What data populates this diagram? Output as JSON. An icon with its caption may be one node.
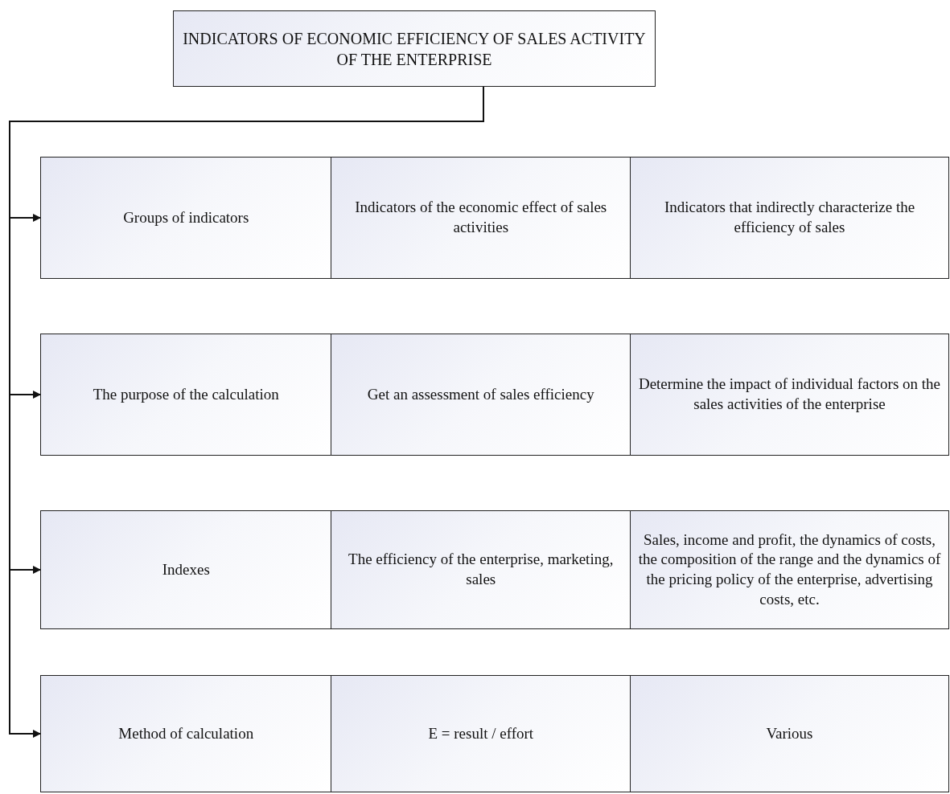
{
  "diagram": {
    "nodes": [
      {
        "text": [
          "INDICATORS OF ECONOMIC EFFICIENCY OF SALES ACTIVITY OF THE ENTERPRISE"
        ]
      },
      {
        "text": [
          "Groups of indicators"
        ]
      },
      {
        "text": [
          "Indicators of the economic effect of sales activities"
        ]
      },
      {
        "text": [
          "Indicators that indirectly characterize the efficiency of sales"
        ]
      },
      {
        "text": [
          "The purpose of the calculation"
        ]
      },
      {
        "text": [
          "Get an assessment of sales efficiency"
        ]
      },
      {
        "text": [
          "Determine the impact of individual factors on the sales activities of the enterprise"
        ]
      },
      {
        "text": [
          "Indexes"
        ]
      },
      {
        "text": [
          "The efficiency of the enterprise, marketing, sales"
        ]
      },
      {
        "text": [
          "Sales, income and profit, the dynamics of costs, the composition of the range and the dynamics of the pricing policy of the enterprise, advertising costs, etc."
        ]
      },
      {
        "text": [
          "Method of calculation"
        ]
      },
      {
        "text": [
          "E = result / effort"
        ]
      },
      {
        "text": [
          "Various"
        ]
      }
    ],
    "edges": [
      {
        "from": 0,
        "to": 1,
        "arrow": "to"
      },
      {
        "from": 0,
        "to": 4,
        "arrow": "to"
      },
      {
        "from": 0,
        "to": 7,
        "arrow": "to"
      },
      {
        "from": 0,
        "to": 10,
        "arrow": "to"
      }
    ]
  }
}
